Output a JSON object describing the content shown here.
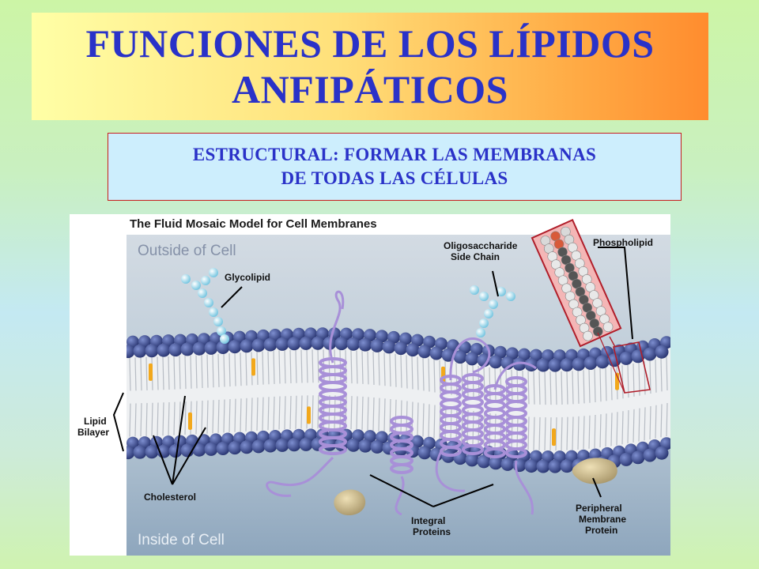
{
  "title": {
    "line1": "FUNCIONES DE LOS LÍPIDOS",
    "line2": "ANFIPÁTICOS"
  },
  "subtitle": {
    "line1": "ESTRUCTURAL: FORMAR LAS MEMBRANAS",
    "line2": "DE TODAS LAS CÉLULAS"
  },
  "figure": {
    "heading": "The Fluid Mosaic Model for Cell Membranes",
    "outside_label": "Outside of Cell",
    "inside_label": "Inside of Cell",
    "labels": {
      "glycolipid": "Glycolipid",
      "oligosaccharide_1": "Oligosaccharide",
      "oligosaccharide_2": "Side Chain",
      "phospholipid": "Phospholipid",
      "lipid_1": "Lipid",
      "lipid_2": "Bilayer",
      "cholesterol": "Cholesterol",
      "integral_1": "Integral",
      "integral_2": "Proteins",
      "peripheral_1": "Peripheral",
      "peripheral_2": "Membrane",
      "peripheral_3": "Protein"
    }
  },
  "colors": {
    "title_text": "#2a32c8",
    "subtitle_border": "#c81e1e",
    "lipid_head": "#3a4a8c",
    "protein": "#a890d8",
    "cholesterol": "#f2a81c"
  }
}
